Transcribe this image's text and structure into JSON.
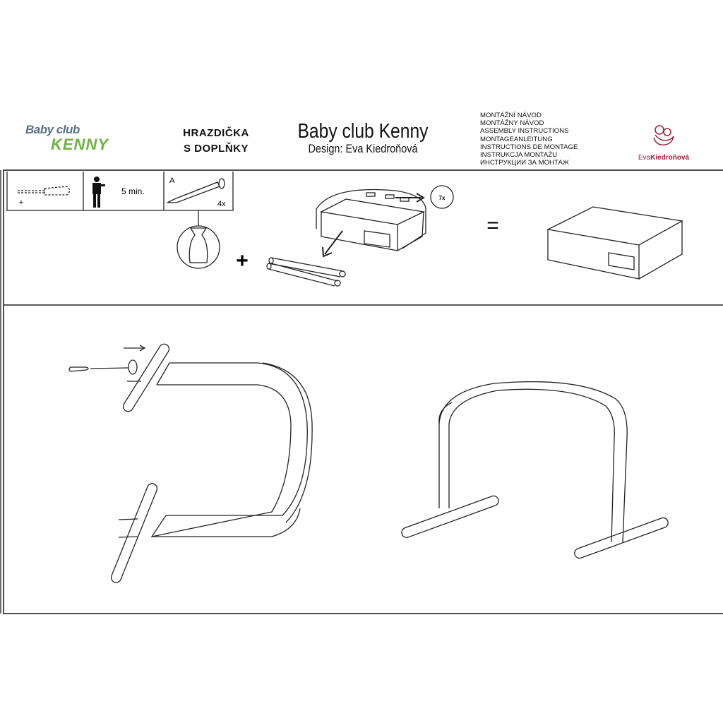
{
  "header": {
    "brand_logo": {
      "line1": "Baby club",
      "line2": "KENNY"
    },
    "product_title": [
      "HRAZDIČKA",
      "S DOPLŇKY"
    ],
    "main_title": "Baby club Kenny",
    "designer": "Design: Eva Kiedroňová",
    "languages": [
      "MONTÁŽNÍ NÁVOD",
      "MONTÁŽNY NÁVOD",
      "ASSEMBLY INSTRUCTIONS",
      "MONTAGEANLEITUNG",
      "INSTRUCTIONS DE MONTAGE",
      "INSTRUKCJA MONTAŻU",
      "ИНСТРУКЦИИ ЗА МОНТАЖ"
    ],
    "designer_logo": {
      "first": "Eva",
      "last": "Kiedroňová"
    }
  },
  "tools_row": {
    "screwdriver_type": "+",
    "time": "5 min.",
    "part_label": "A",
    "part_count": "4x"
  },
  "step1": {
    "plus": "+",
    "bag_count": "7x",
    "equals": "="
  },
  "colors": {
    "line": "#222222",
    "kenny_green": "#6cb33f",
    "eva_red": "#9a1f3a"
  }
}
